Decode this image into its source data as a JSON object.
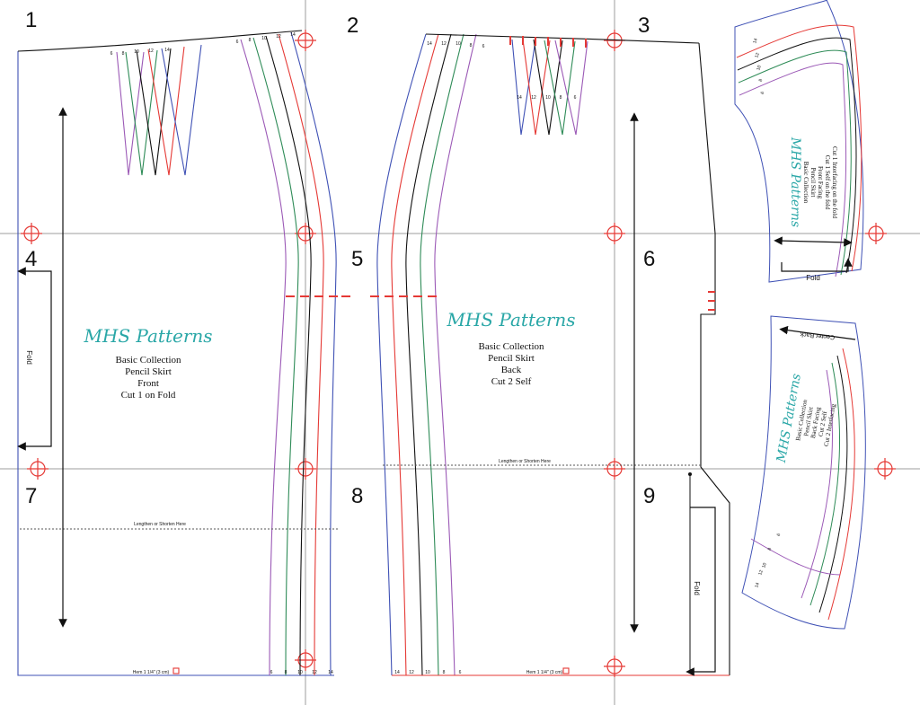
{
  "page_numbers": [
    "1",
    "2",
    "3",
    "4",
    "5",
    "6",
    "7",
    "8",
    "9"
  ],
  "front": {
    "brand": "MHS Patterns",
    "lines": [
      "Basic Collection",
      "Pencil Skirt",
      "Front",
      "Cut 1 on Fold"
    ],
    "fold": "Fold",
    "lengthen": "Lengthen or Shorten Here",
    "hem": "Hem 1 1/4\" (3 cm)",
    "dart_sizes": [
      "6",
      "8",
      "10",
      "12",
      "14"
    ],
    "side_sizes": [
      "6",
      "8",
      "10",
      "12",
      "14"
    ],
    "hem_sizes": [
      "6",
      "8",
      "10",
      "12",
      "14"
    ]
  },
  "back": {
    "brand": "MHS Patterns",
    "lines": [
      "Basic Collection",
      "Pencil Skirt",
      "Back",
      "Cut 2 Self"
    ],
    "fold": "Fold",
    "lengthen": "Lengthen or Shorten Here",
    "hem": "Hem 1 1/4\" (3 cm)",
    "side_sizes": [
      "14",
      "12",
      "10",
      "8",
      "6"
    ],
    "dart_sizes": [
      "14",
      "12",
      "10",
      "8",
      "6"
    ],
    "hem_sizes": [
      "14",
      "12",
      "10",
      "8",
      "6"
    ]
  },
  "front_facing": {
    "brand": "MHS Patterns",
    "lines": [
      "Basic Collection",
      "Pencil Skirt",
      "Front Facing",
      "Cut 1 Self on the fold",
      "Cut 1 Interfacing on the fold"
    ],
    "fold": "Fold",
    "sizes": [
      "14",
      "12",
      "10",
      "8",
      "6"
    ]
  },
  "back_facing": {
    "brand": "MHS Patterns",
    "center": "Center Back",
    "lines": [
      "Basic Collection",
      "Pencil Skirt",
      "Back Facing",
      "Cut 2 Self",
      "Cut 2 Interfacing"
    ],
    "sizes": [
      "6",
      "8",
      "10",
      "12",
      "14"
    ]
  },
  "colors": {
    "size6": "#9b59b6",
    "size8": "#2e8b57",
    "size10": "#111111",
    "size12": "#e53935",
    "size14": "#3f51b5",
    "brand": "#2aa7a7",
    "grid": "#9e9e9e",
    "marker": "#e53935"
  }
}
